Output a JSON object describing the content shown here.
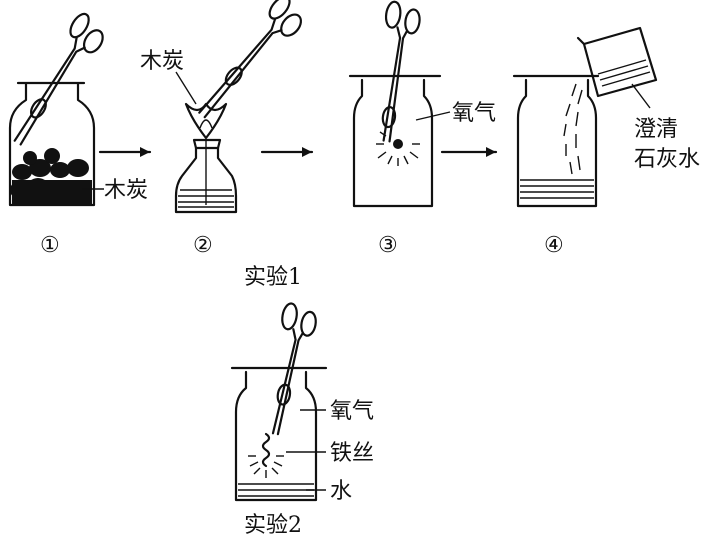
{
  "experiment1": {
    "title": "实验1",
    "steps": [
      "①",
      "②",
      "③",
      "④"
    ],
    "labels": {
      "charcoal_jar": "木炭",
      "charcoal_flame": "木炭",
      "oxygen": "氧气",
      "limewater_line1": "澄清",
      "limewater_line2": "石灰水"
    }
  },
  "experiment2": {
    "title": "实验2",
    "labels": {
      "oxygen": "氧气",
      "iron_wire": "铁丝",
      "water": "水"
    }
  }
}
